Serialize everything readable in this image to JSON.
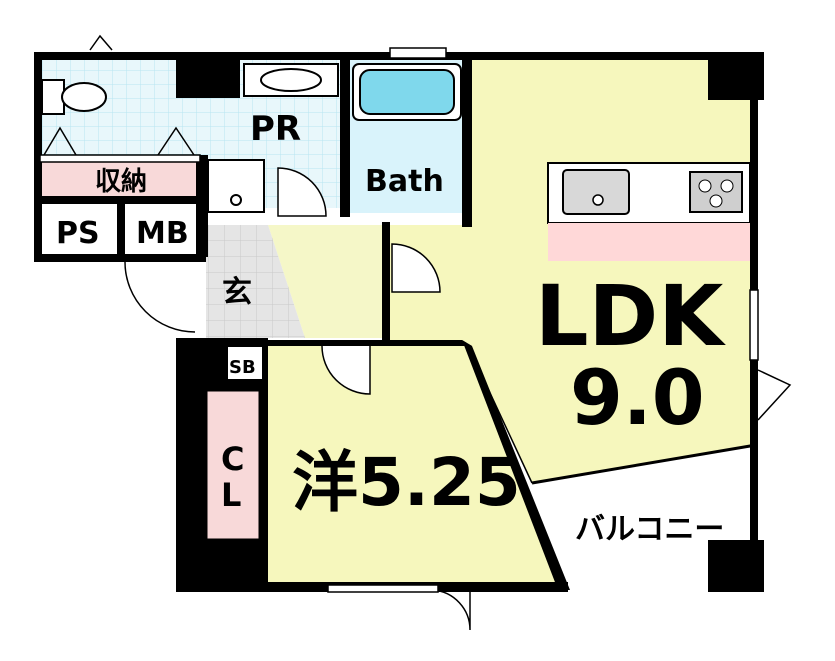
{
  "colors": {
    "wall": "#000000",
    "ldk_floor": "#f6f7bd",
    "western_floor": "#f6f7bd",
    "entrance_floor": "#f5f7c8",
    "bath_floor": "#d9f3fb",
    "wet_tile": "#e8f7fb",
    "tile_line": "#b7e6f2",
    "storage": "#f8d9d9",
    "kitchen_counter": "#ffffff",
    "kitchen_front": "#ffd8d8",
    "genkan_tile": "#e5e5e5",
    "balcony": "#ffffff"
  },
  "rooms": {
    "pr": "PR",
    "bath": "Bath",
    "storage": "収納",
    "ps": "PS",
    "mb": "MB",
    "genkan": "玄",
    "sb": "SB",
    "cl_c": "C",
    "cl_l": "L",
    "ldk_name": "LDK",
    "ldk_size": "9.0",
    "western": "洋5.25",
    "balcony": "バルコニー"
  },
  "icons": {
    "toilet": "toilet-icon",
    "sink": "washbasin-icon",
    "bathtub": "bathtub-icon",
    "kitchen_sink": "kitchen-sink-icon",
    "stove": "gas-stove-icon",
    "washer": "washing-machine-pan-icon"
  }
}
